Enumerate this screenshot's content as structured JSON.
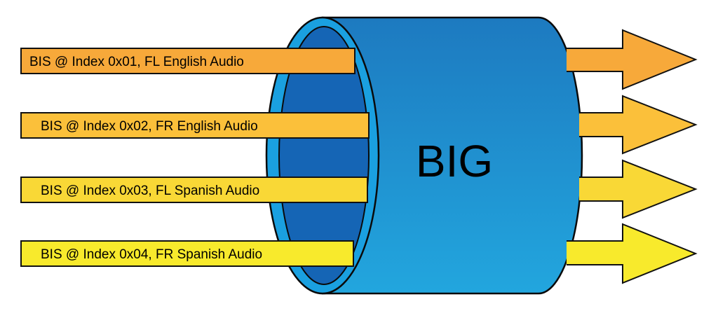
{
  "cylinder": {
    "label": "BIG",
    "colors": {
      "body_top": "#1d7ac0",
      "body_bottom": "#22a6de",
      "rim": "#1aa0e0",
      "inner": "#1565b5",
      "outline": "#0a0a0a"
    }
  },
  "streams": [
    {
      "label": "BIS @ Index 0x01, FL English Audio",
      "color": "#f7a93a"
    },
    {
      "label": "BIS @ Index 0x02, FR English Audio",
      "color": "#fbc03a"
    },
    {
      "label": "BIS @ Index 0x03, FL Spanish Audio",
      "color": "#f9d836"
    },
    {
      "label": "BIS @ Index 0x04, FR Spanish Audio",
      "color": "#f8ea2c"
    }
  ]
}
